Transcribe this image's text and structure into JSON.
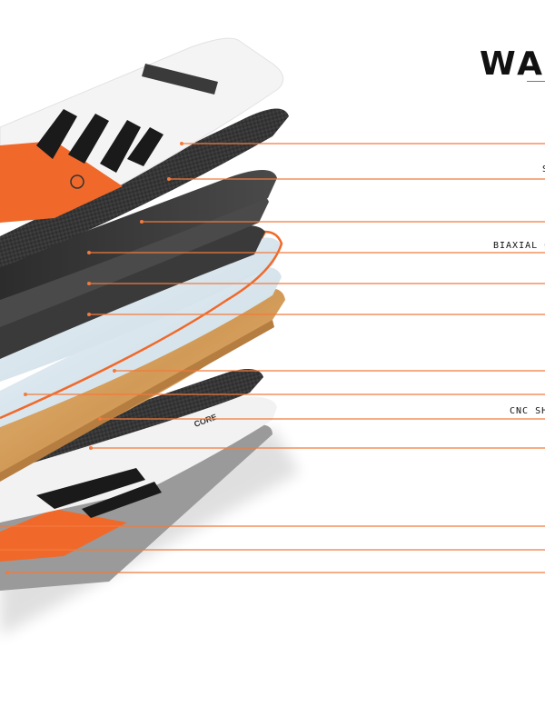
{
  "title": "WA",
  "callouts": [
    "S",
    "BIAXIAL CAR",
    "CNC SHA"
  ],
  "colors": {
    "accent_orange": "#f0692a",
    "leader_line": "#f27a3c",
    "carbon_dark": "#3a3a3a",
    "carbon_mid": "#5c5c5c",
    "glass_blue": "#d9e6ef",
    "wood_core": "#d9a86a",
    "deck_white": "#f4f4f4"
  },
  "board_logo": "CORE"
}
